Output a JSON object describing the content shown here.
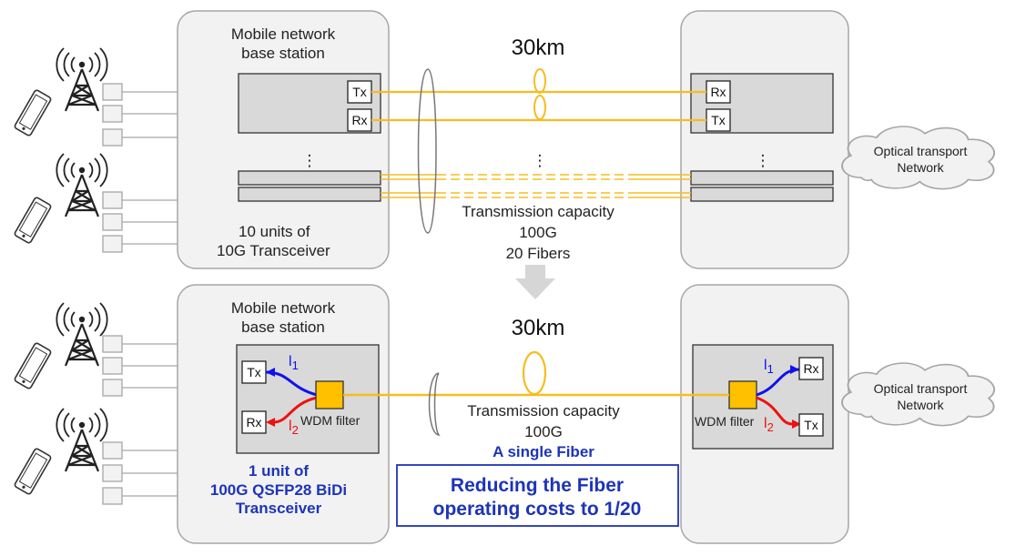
{
  "colors": {
    "fiber": "#f5bd1f",
    "station_fill": "#f2f2f2",
    "station_stroke": "#a6a6a6",
    "unit_fill": "#d9d9d9",
    "lambda1": "#1111ee",
    "lambda2": "#ee1111",
    "filter_fill": "#ffc000",
    "highlight_text": "#1d34b8",
    "arrow": "#d6d6d6"
  },
  "top": {
    "station_title_line1": "Mobile network",
    "station_title_line2": "base station",
    "distance": "30km",
    "ellipsis": "⋮",
    "tx_label": "Tx",
    "rx_label": "Rx",
    "units_line1": "10 units of",
    "units_line2": "10G Transceiver",
    "capacity_line1": "Transmission capacity",
    "capacity_line2": "100G",
    "capacity_line3": "20 Fibers",
    "cloud_line1": "Optical transport",
    "cloud_line2": "Network"
  },
  "bottom": {
    "station_title_line1": "Mobile network",
    "station_title_line2": "base station",
    "distance": "30km",
    "tx_label": "Tx",
    "rx_label": "Rx",
    "lambda_symbol": "l",
    "lambda1_sub": "1",
    "lambda2_sub": "2",
    "wdm_label": "WDM filter",
    "unit_line1": "1 unit of",
    "unit_line2": "100G QSFP28 BiDi",
    "unit_line3": "Transceiver",
    "capacity_line1": "Transmission capacity",
    "capacity_line2": "100G",
    "capacity_line3": "A single Fiber",
    "reduce_line1": "Reducing the Fiber",
    "reduce_line2": "operating costs to 1/20",
    "cloud_line1": "Optical transport",
    "cloud_line2": "Network"
  }
}
